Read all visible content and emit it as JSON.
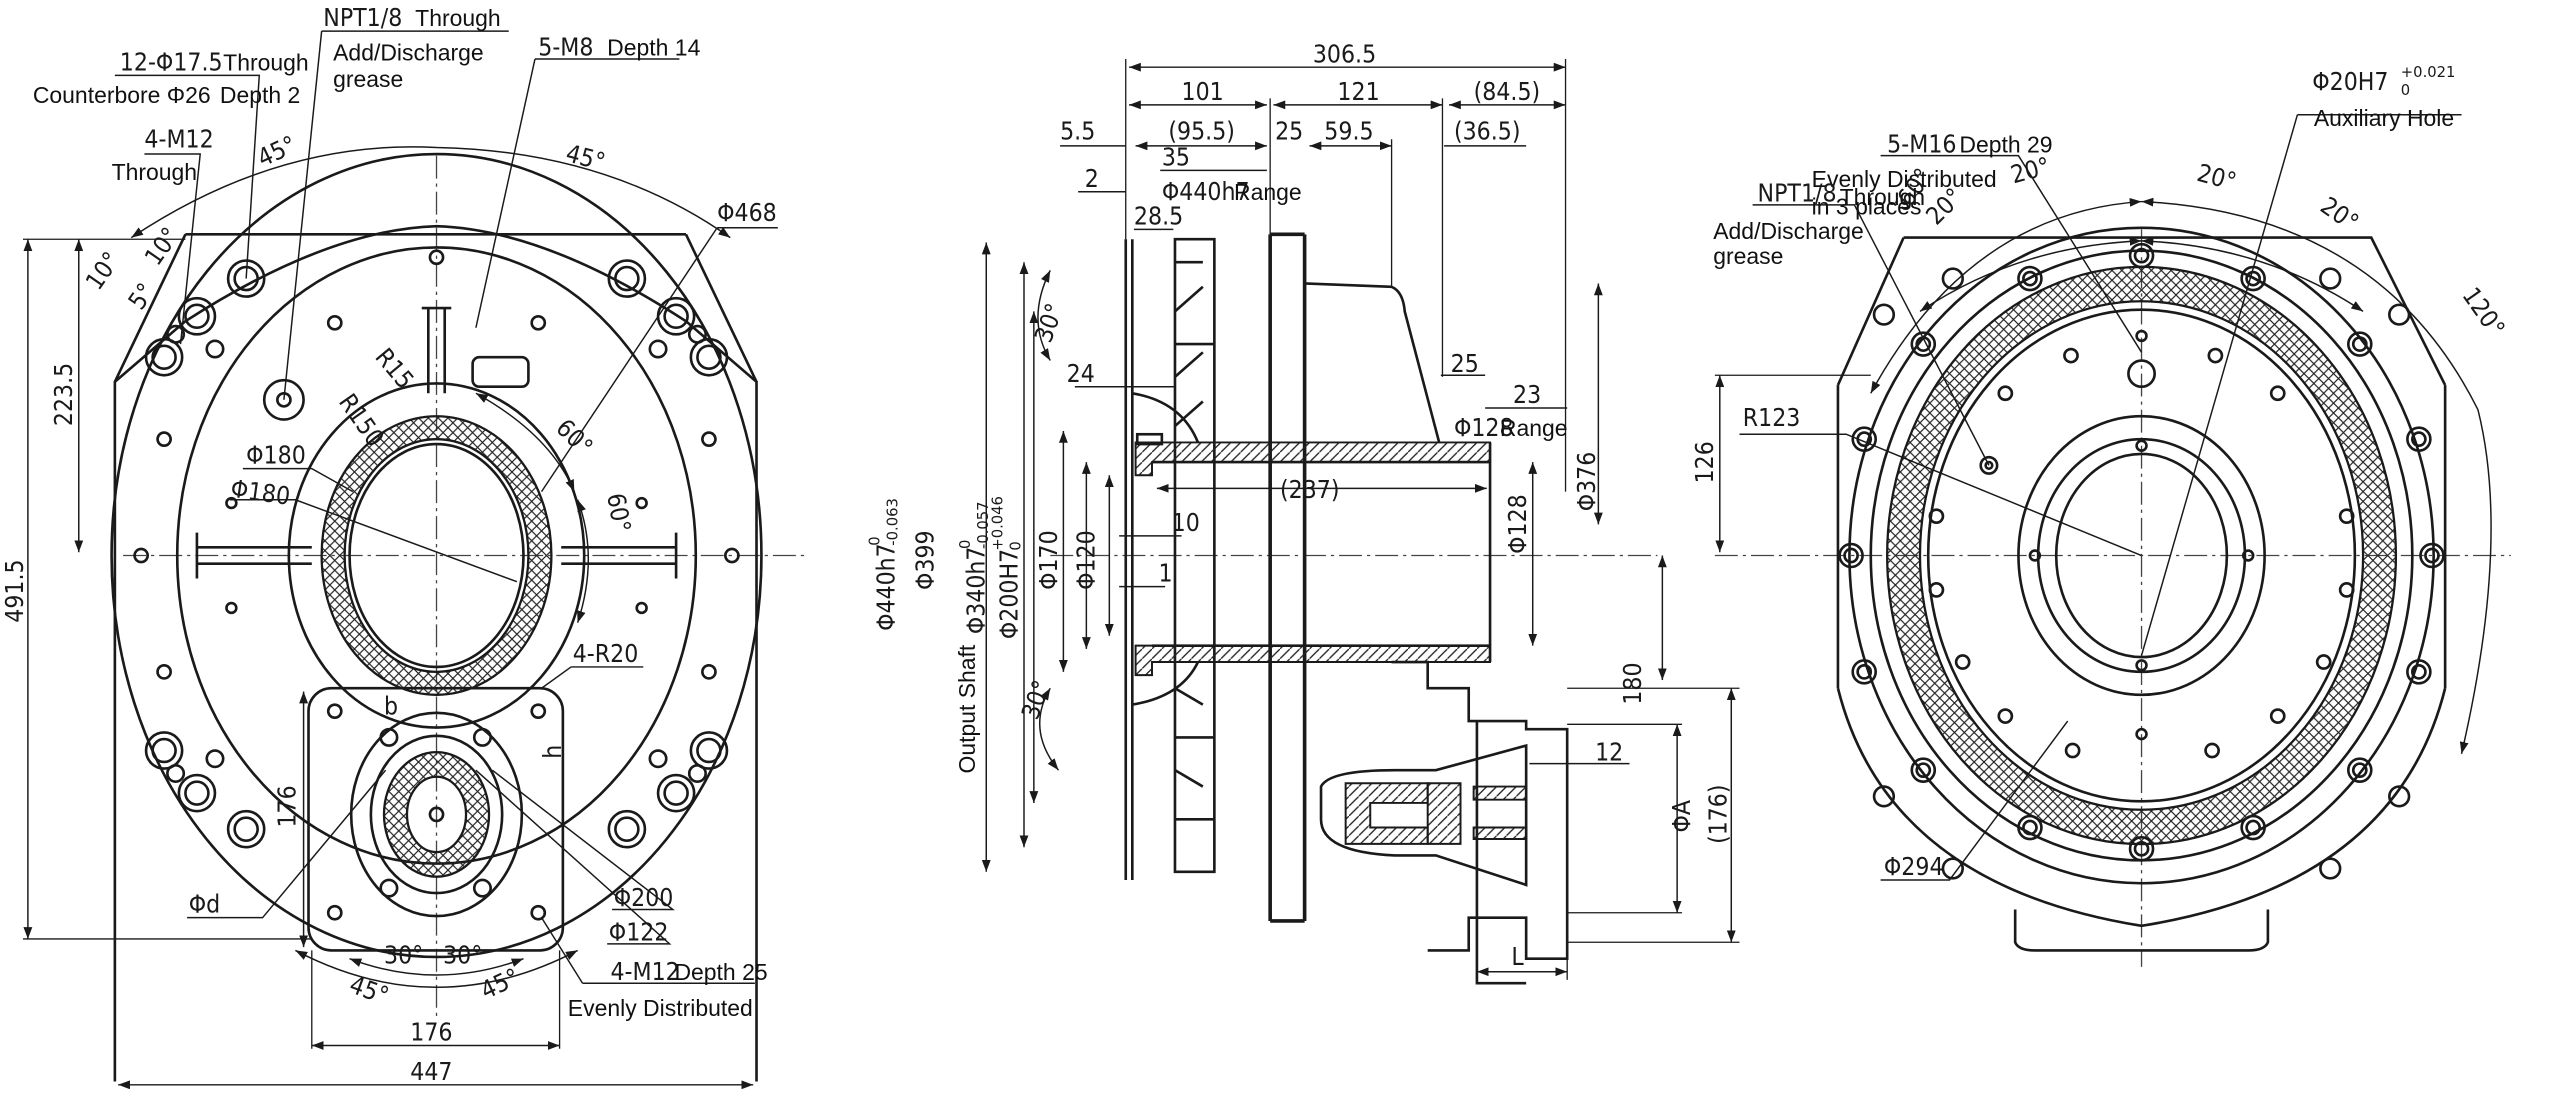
{
  "drawing": {
    "title": "Gear reducer outline drawing",
    "views": [
      "front-view",
      "section-view",
      "rear-view"
    ]
  },
  "front_view": {
    "notes": {
      "npt_through": "NPT1/8",
      "npt_through_suffix": "Through",
      "npt_purpose_line1": "Add/Discharge",
      "npt_purpose_line2": "grease",
      "holes_12": "12-Φ17.5",
      "holes_12_suffix": "Through",
      "counterbore": "Counterbore Φ26",
      "counterbore_suffix": "Depth 2",
      "m12_through": "4-M12",
      "m12_through_suffix": "Through",
      "m8": "5-M8",
      "m8_suffix": "Depth 14",
      "m12_depth": "4-M12",
      "m12_depth_suffix": "Depth 25",
      "evenly_distributed": "Evenly Distributed"
    },
    "dims": {
      "angle_45_a": "45°",
      "angle_45_b": "45°",
      "angle_10_a": "10°",
      "angle_10_b": "10°",
      "angle_5": "5°",
      "d468": "Φ468",
      "d180_a": "Φ180",
      "d180_b": "Φ180",
      "r15": "R15",
      "r150": "R150",
      "angle_60_a": "60°",
      "angle_60_b": "60°",
      "r20": "4-R20",
      "h223_5": "223.5",
      "h491_5": "491.5",
      "h176": "176",
      "b": "b",
      "h": "h",
      "phi_d": "Φd",
      "d200": "Φ200",
      "d122": "Φ122",
      "angle_30_l": "30°",
      "angle_30_r": "30°",
      "angle_45_l": "45°",
      "angle_45_r": "45°",
      "w176": "176",
      "w447": "447"
    }
  },
  "section_view": {
    "dims": {
      "l306_5": "306.5",
      "l101": "101",
      "l121": "121",
      "l84_5": "(84.5)",
      "l5_5": "5.5",
      "l95_5": "(95.5)",
      "l25a": "25",
      "l59_5": "59.5",
      "l36_5": "(36.5)",
      "l35": "35",
      "l2": "2",
      "d440_range": "Φ440h7",
      "range_word": "Range",
      "l28_5": "28.5",
      "angle30_top": "30°",
      "l24": "24",
      "l25b": "25",
      "l23": "23",
      "d128_range": "Φ128",
      "range_word2": "Range",
      "d376": "Φ376",
      "l237": "(237)",
      "l10": "10",
      "l1": "1",
      "d128": "Φ128",
      "d440_tol": "Φ440h7",
      "d440_tol_upper": "0",
      "d440_tol_lower": "-0.063",
      "d399": "Φ399",
      "output_shaft": "Output Shaft",
      "d340_tol": "Φ340h7",
      "d340_tol_upper": "0",
      "d340_tol_lower": "-0.057",
      "d200_tol": "Φ200H7",
      "d200_tol_upper": "+0.046",
      "d200_tol_lower": "0",
      "d170": "Φ170",
      "d120": "Φ120",
      "angle30_bot": "30°",
      "h180": "180",
      "l12": "12",
      "phi_a": "ΦA",
      "h176": "(176)",
      "L": "L"
    }
  },
  "rear_view": {
    "notes": {
      "m16": "5-M16",
      "m16_suffix": "Depth 29",
      "evenly_line1": "Evenly Distributed",
      "evenly_line2": "in 3 places",
      "npt": "NPT1/8",
      "npt_suffix": "Through",
      "npt_purpose_line1": "Add/Discharge",
      "npt_purpose_line2": "grease",
      "d20": "Φ20H7",
      "d20_upper": "+0.021",
      "d20_lower": "0",
      "aux_hole": "Auxiliary Hole"
    },
    "dims": {
      "a60": "60°",
      "a20_1": "20°",
      "a20_2": "20°",
      "a20_3": "20°",
      "a20_4": "20°",
      "a120": "120°",
      "r123": "R123",
      "h126": "126",
      "d294": "Φ294"
    }
  }
}
